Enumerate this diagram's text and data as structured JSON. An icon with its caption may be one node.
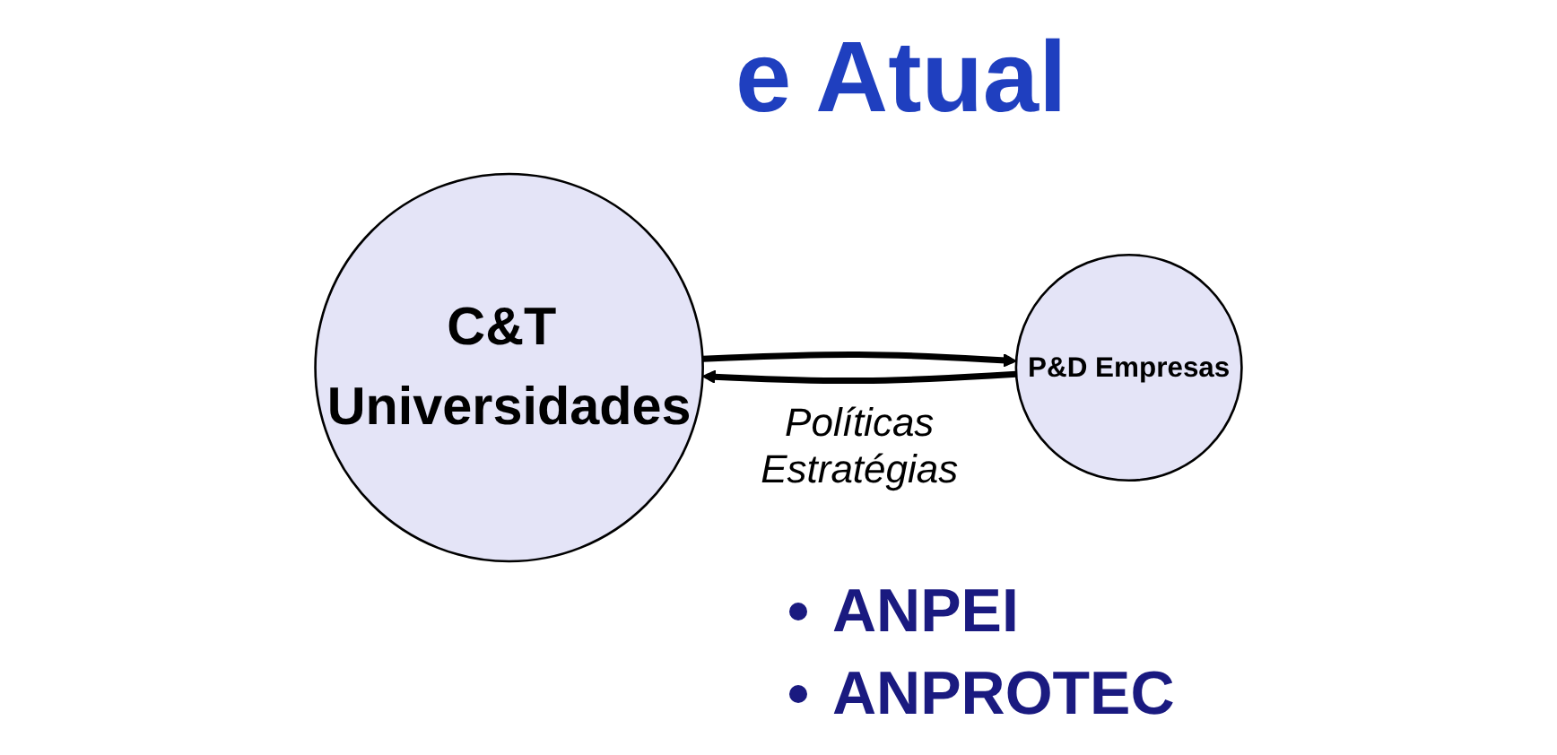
{
  "diagram": {
    "title": "e Atual",
    "nodes": [
      {
        "text": [
          "C&T Universidades"
        ]
      },
      {
        "text": [
          "P&D Empresas"
        ]
      }
    ],
    "edges": [
      {
        "from": 0,
        "to": 1,
        "arrow": "to"
      },
      {
        "from": 1,
        "to": 0,
        "arrow": "to"
      }
    ],
    "labels": [
      "Políticas Estratégias",
      "ANPEI",
      "ANPROTEC"
    ]
  }
}
